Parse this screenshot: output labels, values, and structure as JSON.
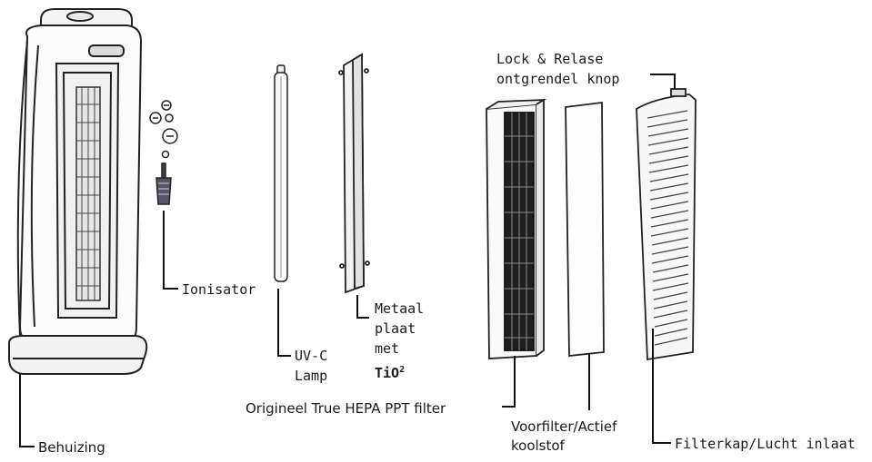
{
  "labels": {
    "behuizing": "Behuizing",
    "ionisator": "Ionisator",
    "uvc_line1": "UV-C",
    "uvc_line2": "Lamp",
    "metaal_line1": "Metaal",
    "metaal_line2": "plaat",
    "metaal_line3": "met",
    "metaal_line4": "TiO",
    "metaal_sup": "2",
    "hepa": "Origineel True HEPA PPT filter",
    "voorfilter_line1": "Voorfilter/Actief",
    "voorfilter_line2": "koolstof",
    "filterkap": "Filterkap/Lucht inlaat",
    "lock_line1": "Lock & Relase",
    "lock_line2": "ontgrendel knop"
  },
  "icons": {
    "ion": "minus-sign-icon"
  }
}
